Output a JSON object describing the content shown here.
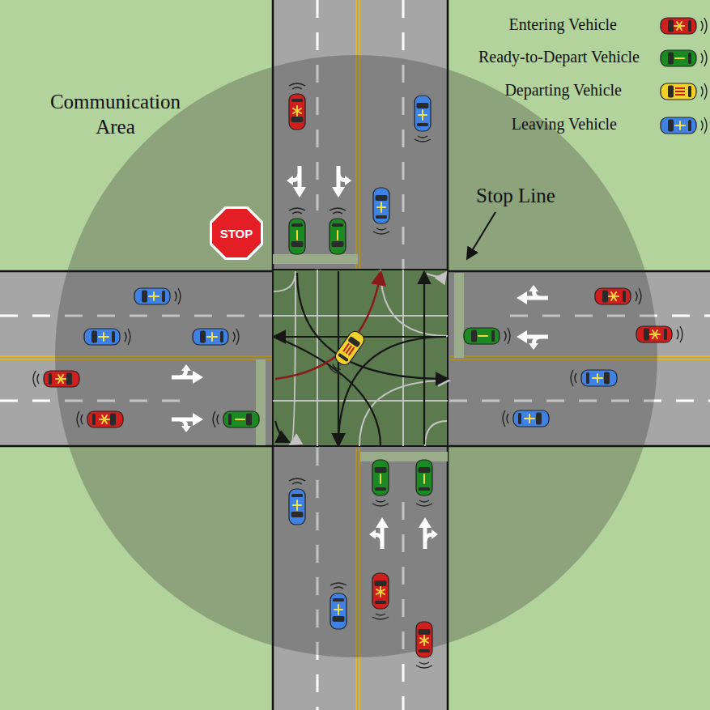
{
  "diagram": {
    "nodes": [
      {
        "text": [
          "STOP"
        ]
      }
    ],
    "labels": [
      "Communication Area",
      "Stop Line"
    ],
    "legend": [
      {
        "text": "Entering Vehicle"
      },
      {
        "text": "Ready-to-Depart Vehicle"
      },
      {
        "text": "Departing Vehicle"
      },
      {
        "text": "Leaving Vehicle"
      }
    ]
  }
}
